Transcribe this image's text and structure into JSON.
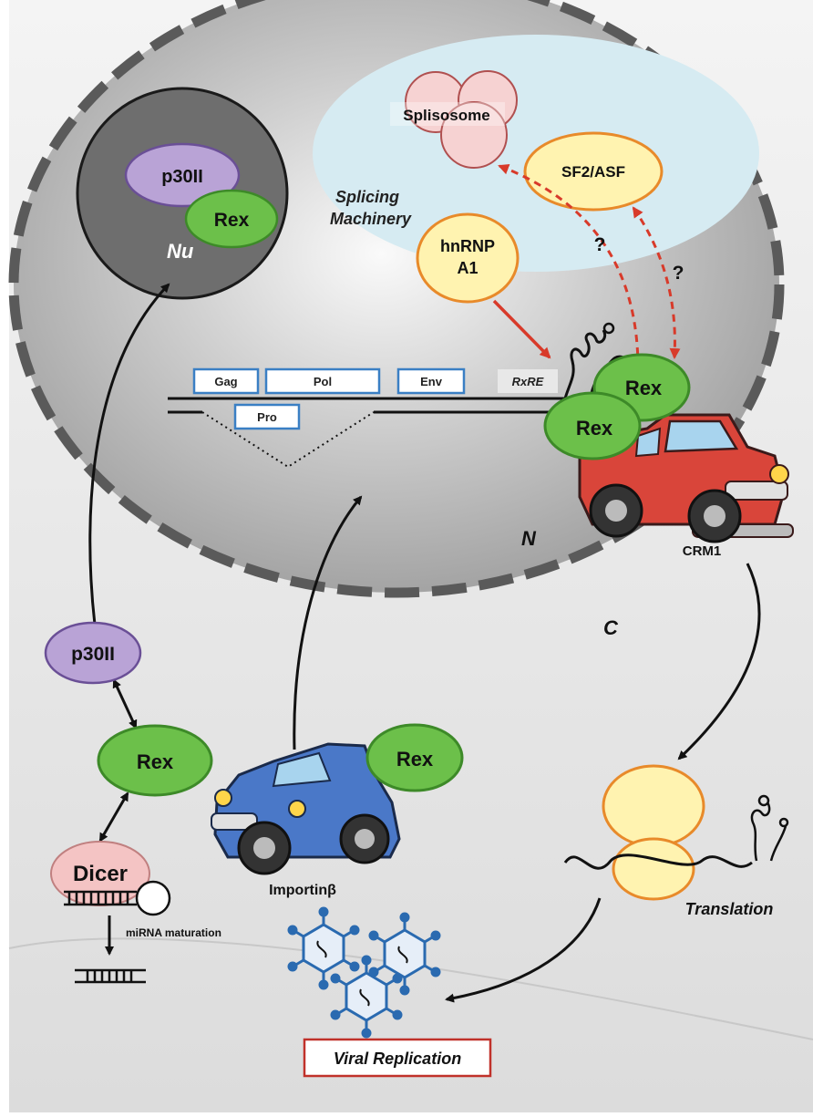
{
  "compartments": {
    "nucleus": "N",
    "cytoplasm": "C",
    "nucleolus": "Nu"
  },
  "splicing": {
    "title_line1": "Splicing",
    "title_line2": "Machinery",
    "spliceosome": "Splisosome",
    "sf2": "SF2/ASF",
    "hnrnp_line1": "hnRNP",
    "hnrnp_line2": "A1",
    "question1": "?",
    "question2": "?"
  },
  "nucleolus_proteins": {
    "p30": "p30II",
    "rex": "Rex"
  },
  "genome": {
    "gag": "Gag",
    "pol": "Pol",
    "env": "Env",
    "pro": "Pro",
    "rxre": "RxRE"
  },
  "export": {
    "rex_top": "Rex",
    "rex_bottom": "Rex",
    "carrier": "CRM1"
  },
  "import": {
    "rex": "Rex",
    "carrier": "Importinβ"
  },
  "cytoplasm_proteins": {
    "p30": "p30II",
    "rex": "Rex",
    "dicer": "Dicer",
    "mirna": "miRNA maturation"
  },
  "translation": {
    "label": "Translation"
  },
  "replication": {
    "label": "Viral Replication"
  },
  "colors": {
    "rex_green": "#6cc04a",
    "p30_purple": "#b9a3d6",
    "splicing_blue": "#d6ebf2",
    "arrow_red": "#d83a2a",
    "truck_red": "#d9453a",
    "truck_blue": "#4a78c8",
    "gene_blue": "#3a7fc4",
    "dicer_pink": "#f4c4c4",
    "ribosome_yellow": "#fff3b0"
  },
  "icons": [
    "truck-crm1-icon",
    "truck-importin-icon",
    "ribosome-icon",
    "virus-icon",
    "rna-stemloop-icon"
  ]
}
